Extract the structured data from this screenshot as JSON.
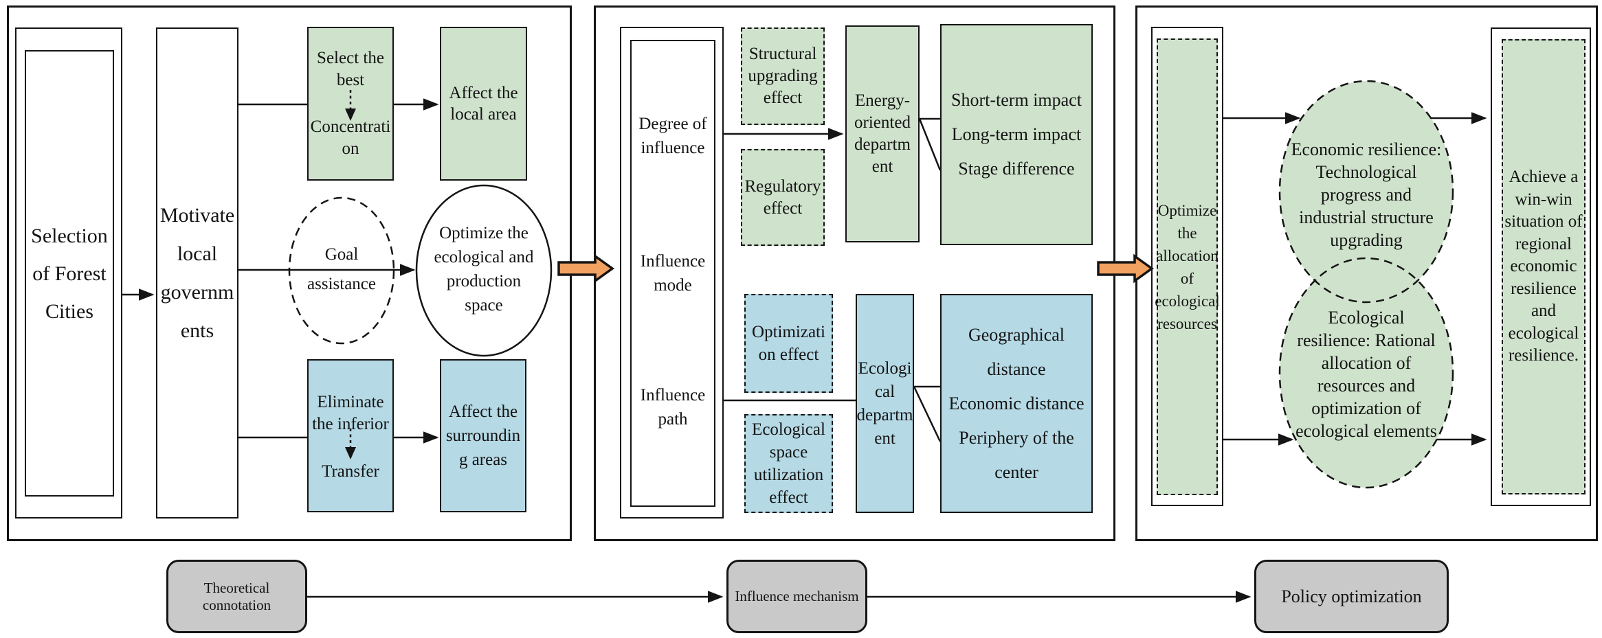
{
  "left": {
    "selection": "Selection\nof Forest\nCities",
    "motivate": "Motivate\nlocal\ngovernm\nents",
    "select_top": "Select the\nbest",
    "select_bottom": "Concentrati\non",
    "affect_local": "Affect the\nlocal area",
    "goal": "Goal\nassistance",
    "optimize": "Optimize the\necological and\nproduction\nspace",
    "eliminate_top": "Eliminate\nthe inferior",
    "eliminate_bottom": "Transfer",
    "affect_surrounding": "Affect the\nsurroundin\ng areas"
  },
  "middle": {
    "degree": "Degree of\ninfluence",
    "mode": "Influence\nmode",
    "path": "Influence\npath",
    "structural": "Structural\nupgrading\neffect",
    "regulatory": "Regulatory\neffect",
    "energy": "Energy-\noriented\ndepartm\nent",
    "impacts": "Short-term impact\nLong-term impact\nStage difference",
    "optimization": "Optimizati\non effect",
    "eco_space": "Ecological\nspace\nutilization\neffect",
    "eco_dept": "Ecologi\ncal\ndepartm\nent",
    "distances": "Geographical\ndistance\nEconomic distance\nPeriphery of the\ncenter"
  },
  "right": {
    "optimize_allocation": "Optimize\nthe\nallocation\nof\necological\nresources",
    "economic": "Economic resilience:\nTechnological\nprogress and\nindustrial structure\nupgrading",
    "ecological": "Ecological\nresilience: Rational\nallocation of\nresources and\noptimization of\necological elements",
    "achieve": "Achieve a\nwin-win\nsituation of\nregional\neconomic\nresilience\nand\necological\nresilience."
  },
  "footer": {
    "theoretical": "Theoretical connotation",
    "influence": "Influence mechanism",
    "policy": "Policy optimization"
  },
  "colors": {
    "green": "#cfe3cc",
    "blue": "#b5d9e5",
    "gray": "#c9c9c9",
    "orange": "#f2a260",
    "line": "#141414"
  },
  "icons": {
    "dashed_down_arrow": "dashed downward arrow",
    "block_arrow": "orange block arrow",
    "arrowhead": "solid triangular arrowhead"
  }
}
